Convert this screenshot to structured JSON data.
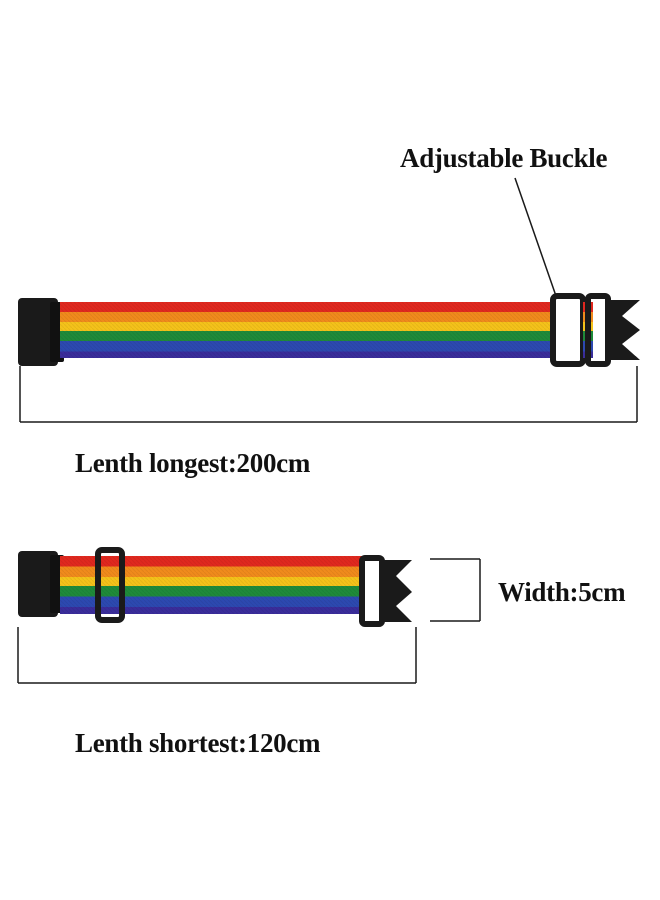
{
  "annotations": {
    "buckle_label": "Adjustable Buckle",
    "longest_label": "Lenth longest:200cm",
    "shortest_label": "Lenth shortest:120cm",
    "width_label": "Width:5cm"
  },
  "strap": {
    "stripe_colors": [
      "#e0281f",
      "#f08a1c",
      "#f4c21a",
      "#1f8a3a",
      "#2c49b0",
      "#3a2d9a"
    ],
    "buckle_color": "#1a1a1a"
  }
}
